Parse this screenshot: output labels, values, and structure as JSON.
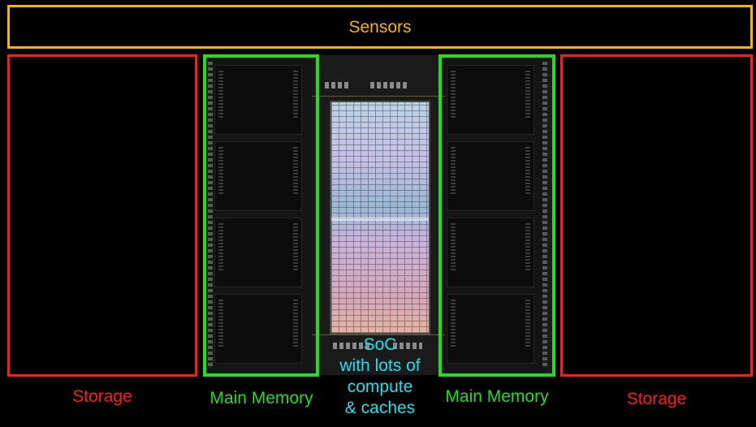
{
  "sensors": {
    "label": "Sensors",
    "color": "#f5b400"
  },
  "storage_left": {
    "label": "Storage",
    "color": "#ff1a1a"
  },
  "storage_right": {
    "label": "Storage",
    "color": "#ff1a1a"
  },
  "memory_left": {
    "label": "Main Memory",
    "color": "#22dd22"
  },
  "memory_right": {
    "label": "Main Memory",
    "color": "#22dd22"
  },
  "soc": {
    "label_lines": [
      "SoC",
      "with lots of",
      "compute",
      "& caches"
    ],
    "color": "#19e3f0"
  }
}
